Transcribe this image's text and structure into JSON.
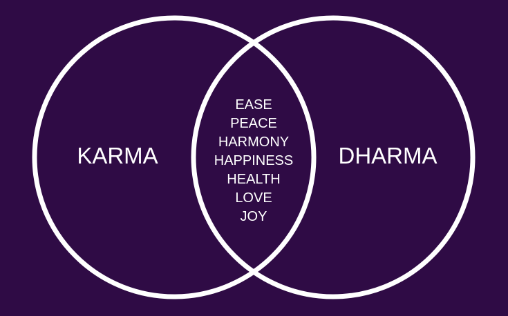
{
  "colors": {
    "background": "#2f0b45",
    "stroke": "#ffffff",
    "text": "#ffffff"
  },
  "left_set": {
    "label": "KARMA"
  },
  "right_set": {
    "label": "DHARMA"
  },
  "intersection": {
    "items": [
      "EASE",
      "PEACE",
      "HARMONY",
      "HAPPINESS",
      "HEALTH",
      "LOVE",
      "JOY"
    ]
  }
}
